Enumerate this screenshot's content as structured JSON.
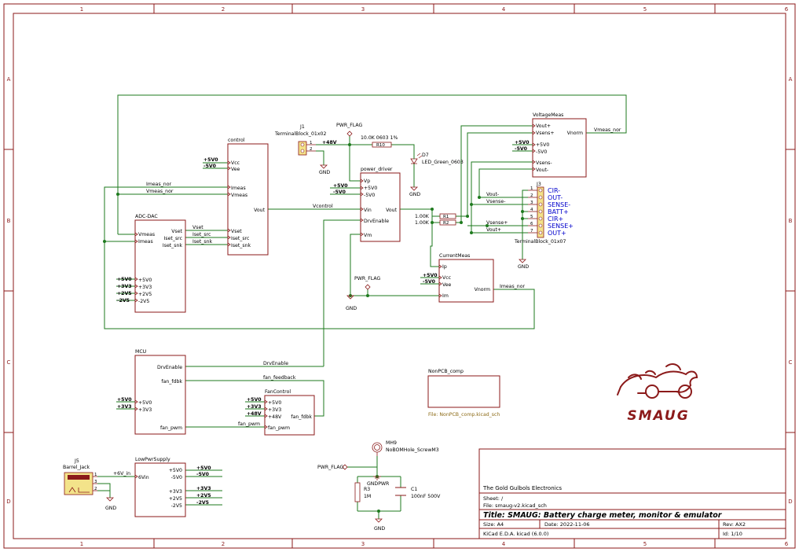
{
  "colors": {
    "frame": "#8b1a1a",
    "wire": "#1e7a1e",
    "body": "#8b1a1a",
    "label": "#000000",
    "pin": "#8b1a1a",
    "blue": "#0000cc"
  },
  "border": {
    "columns": [
      "1",
      "2",
      "3",
      "4",
      "5",
      "6"
    ],
    "rows": [
      "A",
      "B",
      "C",
      "D"
    ]
  },
  "sheets": {
    "control": {
      "name": "control",
      "left_pins": [
        "Vcc",
        "Vee",
        "Imeas",
        "Vmeas",
        "Vset",
        "Iset_src",
        "Iset_snk"
      ],
      "right_pin": "Vout"
    },
    "adc": {
      "name": "ADC-DAC",
      "left_pins": [
        "Vmeas",
        "Imeas",
        "+5V0",
        "+3V3",
        "+2V5",
        "-2V5"
      ],
      "right_pins": [
        "Vset",
        "Iset_src",
        "Iset_snk"
      ]
    },
    "power": {
      "name": "power_driver",
      "left_pins": [
        "Vp",
        "+5V0",
        "-5V0",
        "Vin",
        "DrvEnable",
        "Vm"
      ],
      "right_pin": "Vout"
    },
    "voltage": {
      "name": "VoltageMeas",
      "left_pins": [
        "Vout+",
        "Vsens+",
        "+5V0",
        "-5V0",
        "Vsens-",
        "Vout-"
      ],
      "right_pin": "Vnorm"
    },
    "current": {
      "name": "CurrentMeas",
      "left_pins": [
        "Ip",
        "Vcc",
        "Vee",
        "Im"
      ],
      "right_pin": "Vnorm"
    },
    "mcu": {
      "name": "MCU",
      "right_pins": [
        "DrvEnable",
        "fan_fdbk",
        "fan_pwm"
      ],
      "left_pins": [
        "+5V0",
        "+3V3"
      ]
    },
    "fan": {
      "name": "FanControl",
      "left_pins": [
        "+5V0",
        "+3V3",
        "+48V",
        "fan_pwm"
      ],
      "right_pin": "fan_fdbk"
    },
    "lowpwr": {
      "name": "LowPwrSupply",
      "left_pin": "6Vin",
      "right_pins": [
        "+5V0",
        "-5V0",
        "+3V3",
        "+2V5",
        "-2V5"
      ]
    },
    "nonpcb": {
      "name": "NonPCB_comp",
      "file": "File: NonPCB_comp.kicad_sch"
    }
  },
  "labels": {
    "imeas_nor": "Imeas_nor",
    "vmeas_nor": "Vmeas_nor",
    "vcontrol": "Vcontrol",
    "drvenable": "DrvEnable",
    "fan_feedback": "fan_feedback",
    "fan_pwm": "fan_pwm",
    "vset": "Vset",
    "iset_src": "Iset_src",
    "iset_snk": "Iset_snk",
    "vout_minus": "Vout-",
    "vsense_minus": "Vsense-",
    "vsense_plus": "Vsense+",
    "vout_plus": "Vout+",
    "six_v_in": "+6V_in",
    "p5v0": "+5V0",
    "m5v0": "-5V0",
    "p3v3": "+3V3",
    "p2v5": "+2V5",
    "m2v5": "-2V5",
    "p48v": "+48V"
  },
  "components": {
    "j1_ref": "J1",
    "j1_value": "TerminalBlock_01x02",
    "j1_pins": [
      "1",
      "2"
    ],
    "pwr_flag": "PWR_FLAG",
    "gnd": "GND",
    "gndpwr": "GNDPWR",
    "resistor_top": "10.0K 0603 1%",
    "r10_ref": "R10",
    "d7_ref": "D7",
    "d7_value": "LED_Green_0603",
    "r1_ref": "R1",
    "r2_ref": "R2",
    "r1_value": "1.00K",
    "r2_value": "1.00K",
    "j3_ref": "J3",
    "j3_value": "TerminalBlock_01x07",
    "j3_pins": [
      "1",
      "2",
      "3",
      "4",
      "5",
      "6",
      "7"
    ],
    "j3_names": [
      "CIR-",
      "OUT-",
      "SENSE-",
      "BATT+",
      "CIR+",
      "SENSE+",
      "OUT+"
    ],
    "j5_ref": "J5",
    "j5_value": "Barrel_Jack",
    "j5_pins": [
      "1",
      "3",
      "2"
    ],
    "mh9_ref": "MH9",
    "mh9_value": "NoBOMHole_ScrewM3",
    "r3_ref": "R3",
    "r3_value": "1M",
    "c1_ref": "C1",
    "c1_value": "100nF 500V"
  },
  "title_block": {
    "company": "The Gold Gulbols Electronics",
    "sheet": "Sheet: /",
    "file": "File: smaug-v2.kicad_sch",
    "title": "Title: SMAUG: Battery charge meter, monitor & emulator",
    "size": "Size: A4",
    "date": "Date: 2022-11-06",
    "rev": "Rev: AX2",
    "tool": "KiCad E.D.A.  kicad (6.0.0)",
    "id": "Id: 1/10"
  },
  "logo": {
    "text": "SMAUG"
  }
}
